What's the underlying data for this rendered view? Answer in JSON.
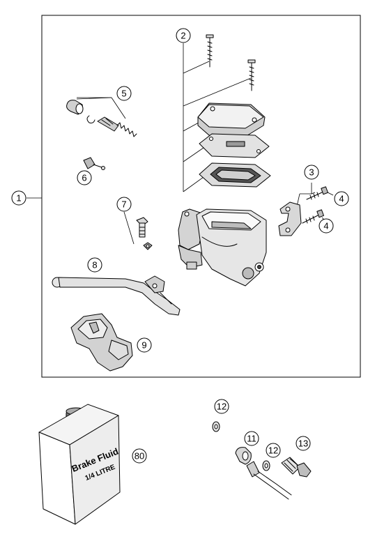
{
  "callouts": {
    "c1": "1",
    "c2": "2",
    "c3": "3",
    "c4a": "4",
    "c4b": "4",
    "c5": "5",
    "c6": "6",
    "c7": "7",
    "c8": "8",
    "c9": "9",
    "c11": "11",
    "c12a": "12",
    "c12b": "12",
    "c13": "13",
    "c80": "80"
  },
  "bottle": {
    "line1": "Brake Fluid",
    "line2": "1/4 LITRE"
  }
}
